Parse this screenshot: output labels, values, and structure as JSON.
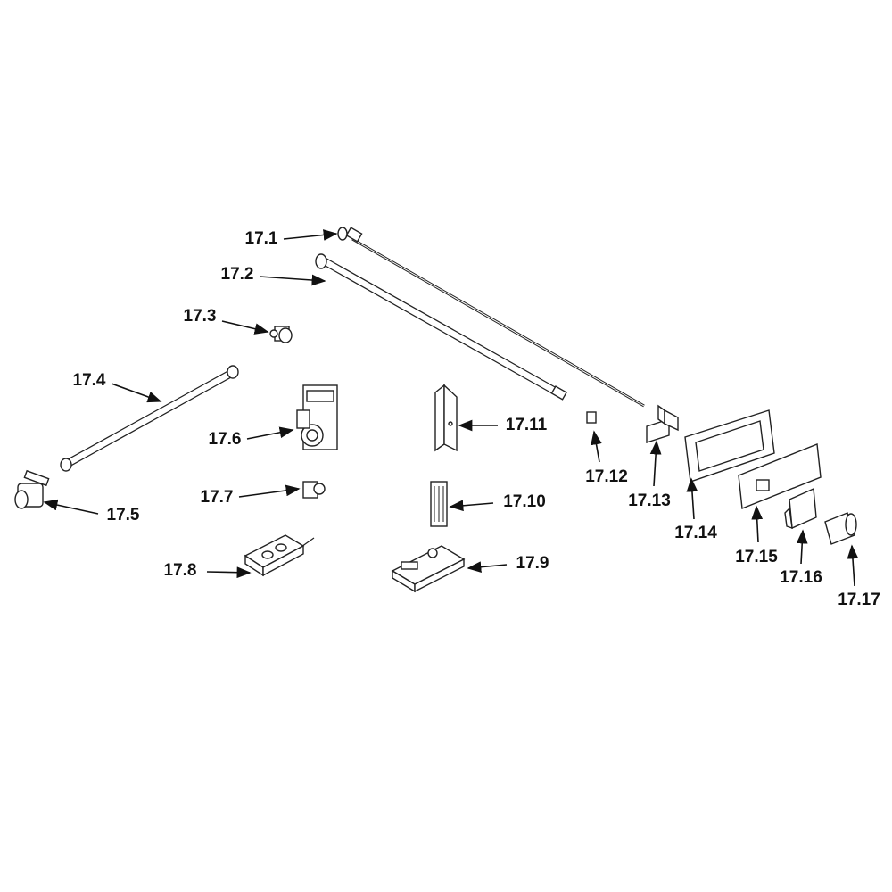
{
  "diagram": {
    "type": "exploded-parts-diagram",
    "parts": [
      {
        "id": "17.1",
        "label": "17.1"
      },
      {
        "id": "17.2",
        "label": "17.2"
      },
      {
        "id": "17.3",
        "label": "17.3"
      },
      {
        "id": "17.4",
        "label": "17.4"
      },
      {
        "id": "17.5",
        "label": "17.5"
      },
      {
        "id": "17.6",
        "label": "17.6"
      },
      {
        "id": "17.7",
        "label": "17.7"
      },
      {
        "id": "17.8",
        "label": "17.8"
      },
      {
        "id": "17.9",
        "label": "17.9"
      },
      {
        "id": "17.10",
        "label": "17.10"
      },
      {
        "id": "17.11",
        "label": "17.11"
      },
      {
        "id": "17.12",
        "label": "17.12"
      },
      {
        "id": "17.13",
        "label": "17.13"
      },
      {
        "id": "17.14",
        "label": "17.14"
      },
      {
        "id": "17.15",
        "label": "17.15"
      },
      {
        "id": "17.16",
        "label": "17.16"
      },
      {
        "id": "17.17",
        "label": "17.17"
      }
    ]
  }
}
